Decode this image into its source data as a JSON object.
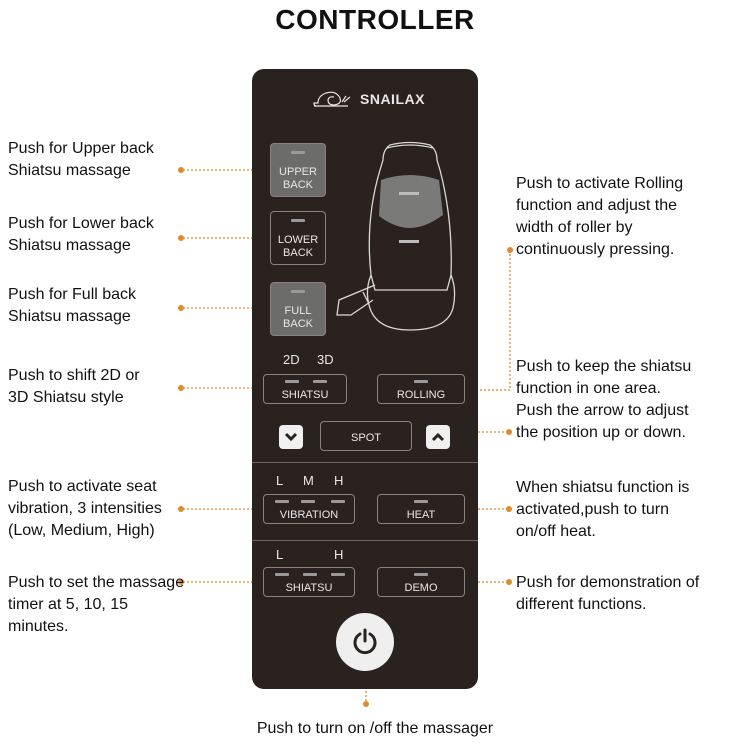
{
  "title": "CONTROLLER",
  "brand": "SNAILAX",
  "colors": {
    "panel": "#2a221f",
    "accent": "#e08a2a",
    "led": "#9a9a9a"
  },
  "buttons": {
    "upper_back": "UPPER\nBACK",
    "lower_back": "LOWER\nBACK",
    "full_back": "FULL\nBACK",
    "shiatsu": "SHIATSU",
    "rolling": "ROLLING",
    "spot": "SPOT",
    "vibration": "VIBRATION",
    "heat": "HEAT",
    "shiatsu_timer": "SHIATSU",
    "demo": "DEMO"
  },
  "mode_labels": {
    "d2": "2D",
    "d3": "3D",
    "vib_l": "L",
    "vib_m": "M",
    "vib_h": "H",
    "tim_l": "L",
    "tim_h": "H"
  },
  "icons": {
    "up": "chevron-up-icon",
    "down": "chevron-down-icon",
    "power": "power-icon"
  },
  "labels": {
    "upper_back": "Push for Upper back\nShiatsu massage",
    "lower_back": "Push for Lower back\nShiatsu massage",
    "full_back": "Push for Full back\nShiatsu massage",
    "shift_style": "Push to shift 2D or\n3D Shiatsu style",
    "vibration": "Push to activate seat\nvibration, 3 intensities\n(Low, Medium, High)",
    "timer": "Push to set the massage\ntimer at 5, 10, 15\nminutes.",
    "rolling": "Push to activate Rolling\nfunction and adjust the\nwidth of roller by\ncontinuously pressing.",
    "spot": "Push to keep the shiatsu\nfunction in one area.\nPush the arrow to adjust\nthe position up or down.",
    "heat": "When shiatsu function is\nactivated,push to turn\non/off heat.",
    "demo": "Push for demonstration of\ndifferent functions.",
    "power": "Push to turn on /off the massager"
  }
}
